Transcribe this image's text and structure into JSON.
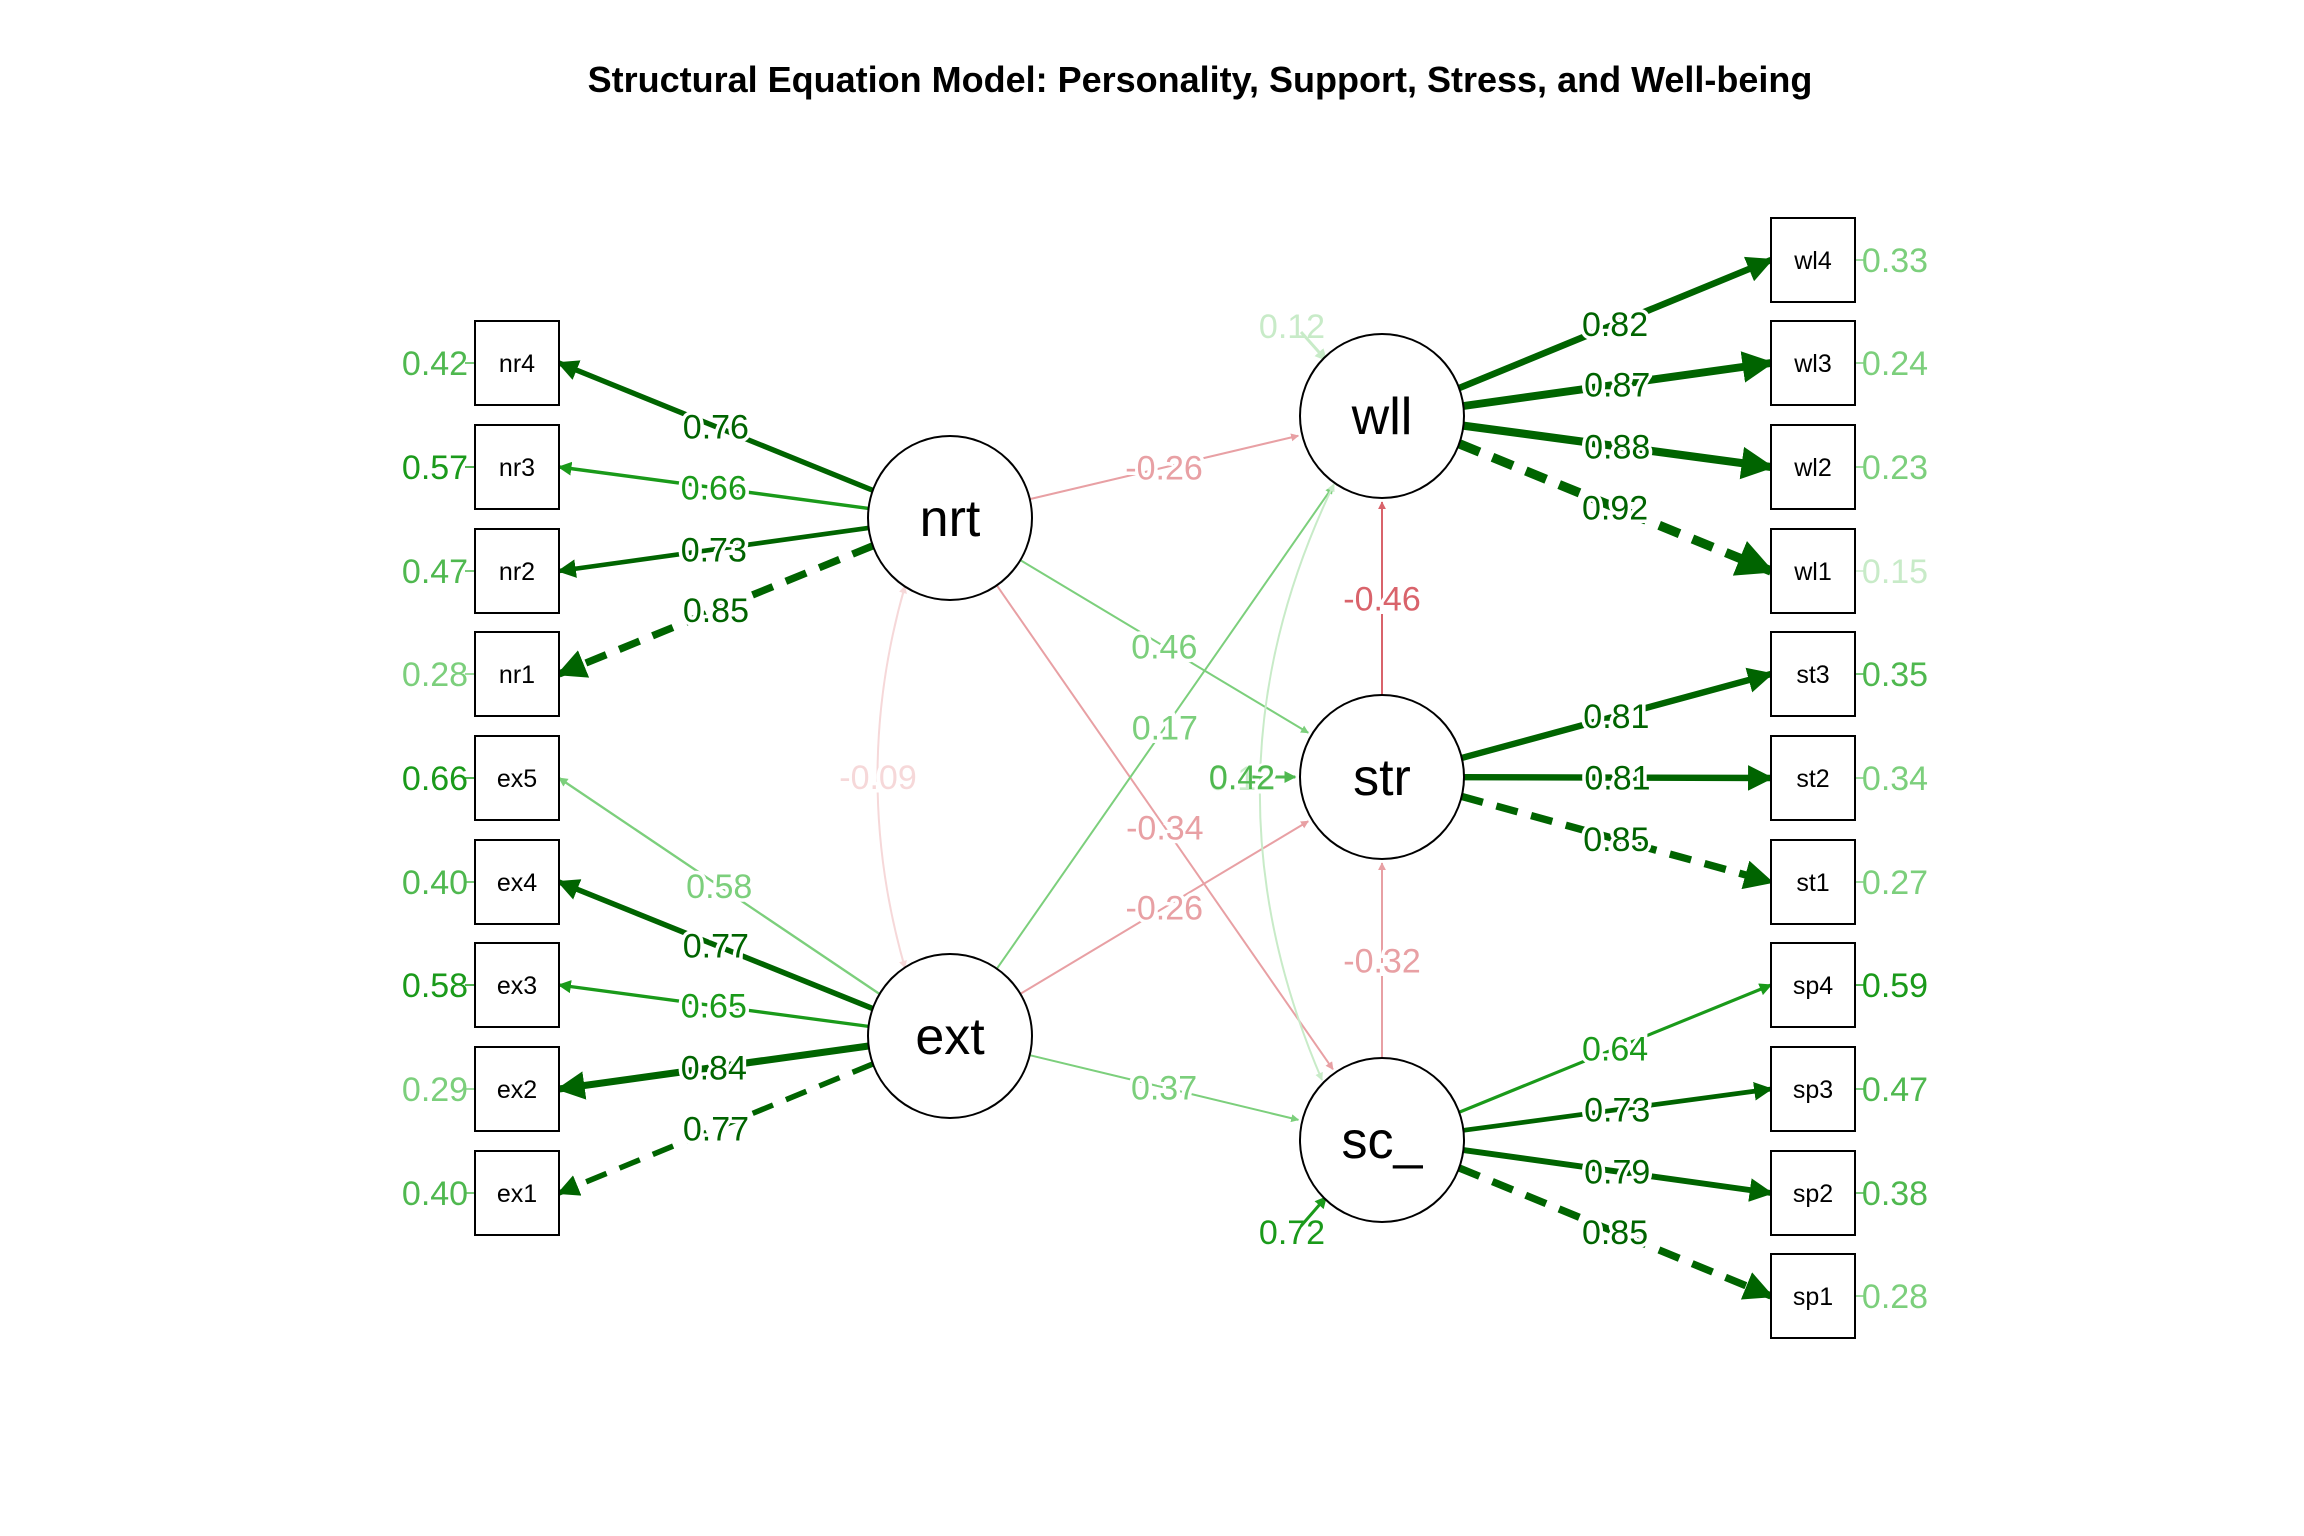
{
  "title": "Structural Equation Model: Personality, Support, Stress, and Well-being",
  "colors": {
    "positive_strong": "#006400",
    "positive_mid": "#1a9a1a",
    "positive_light": "#7ccf7c",
    "positive_faint": "#c8ebc8",
    "negative_mid": "#d9636b",
    "negative_light": "#e8a0a4",
    "negative_faint": "#f6d8d9",
    "node_stroke": "#000000",
    "node_fill": "#ffffff"
  },
  "latents": [
    {
      "id": "nrt",
      "label": "nrt"
    },
    {
      "id": "ext",
      "label": "ext"
    },
    {
      "id": "wll",
      "label": "wll"
    },
    {
      "id": "str",
      "label": "str"
    },
    {
      "id": "sc_",
      "label": "sc_"
    }
  ],
  "indicators": [
    {
      "id": "nr4",
      "label": "nr4",
      "factor": "nrt",
      "loading": "0.76",
      "residual": "0.42",
      "fixed": false
    },
    {
      "id": "nr3",
      "label": "nr3",
      "factor": "nrt",
      "loading": "0.66",
      "residual": "0.57",
      "fixed": false
    },
    {
      "id": "nr2",
      "label": "nr2",
      "factor": "nrt",
      "loading": "0.73",
      "residual": "0.47",
      "fixed": false
    },
    {
      "id": "nr1",
      "label": "nr1",
      "factor": "nrt",
      "loading": "0.85",
      "residual": "0.28",
      "fixed": true
    },
    {
      "id": "ex5",
      "label": "ex5",
      "factor": "ext",
      "loading": "0.58",
      "residual": "0.66",
      "fixed": false
    },
    {
      "id": "ex4",
      "label": "ex4",
      "factor": "ext",
      "loading": "0.77",
      "residual": "0.40",
      "fixed": false
    },
    {
      "id": "ex3",
      "label": "ex3",
      "factor": "ext",
      "loading": "0.65",
      "residual": "0.58",
      "fixed": false
    },
    {
      "id": "ex2",
      "label": "ex2",
      "factor": "ext",
      "loading": "0.84",
      "residual": "0.29",
      "fixed": false
    },
    {
      "id": "ex1",
      "label": "ex1",
      "factor": "ext",
      "loading": "0.77",
      "residual": "0.40",
      "fixed": true
    },
    {
      "id": "wl4",
      "label": "wl4",
      "factor": "wll",
      "loading": "0.82",
      "residual": "0.33",
      "fixed": false
    },
    {
      "id": "wl3",
      "label": "wl3",
      "factor": "wll",
      "loading": "0.87",
      "residual": "0.24",
      "fixed": false
    },
    {
      "id": "wl2",
      "label": "wl2",
      "factor": "wll",
      "loading": "0.88",
      "residual": "0.23",
      "fixed": false
    },
    {
      "id": "wl1",
      "label": "wl1",
      "factor": "wll",
      "loading": "0.92",
      "residual": "0.15",
      "fixed": true
    },
    {
      "id": "st3",
      "label": "st3",
      "factor": "str",
      "loading": "0.81",
      "residual": "0.35",
      "fixed": false
    },
    {
      "id": "st2",
      "label": "st2",
      "factor": "str",
      "loading": "0.81",
      "residual": "0.34",
      "fixed": false
    },
    {
      "id": "st1",
      "label": "st1",
      "factor": "str",
      "loading": "0.85",
      "residual": "0.27",
      "fixed": true
    },
    {
      "id": "sp4",
      "label": "sp4",
      "factor": "sc_",
      "loading": "0.64",
      "residual": "0.59",
      "fixed": false
    },
    {
      "id": "sp3",
      "label": "sp3",
      "factor": "sc_",
      "loading": "0.73",
      "residual": "0.47",
      "fixed": false
    },
    {
      "id": "sp2",
      "label": "sp2",
      "factor": "sc_",
      "loading": "0.79",
      "residual": "0.38",
      "fixed": false
    },
    {
      "id": "sp1",
      "label": "sp1",
      "factor": "sc_",
      "loading": "0.85",
      "residual": "0.28",
      "fixed": true
    }
  ],
  "paths": [
    {
      "from": "nrt",
      "to": "wll",
      "value": "-0.26"
    },
    {
      "from": "nrt",
      "to": "str",
      "value": "0.46"
    },
    {
      "from": "nrt",
      "to": "sc_",
      "value": "-0.34"
    },
    {
      "from": "ext",
      "to": "wll",
      "value": "0.17"
    },
    {
      "from": "ext",
      "to": "str",
      "value": "-0.26"
    },
    {
      "from": "ext",
      "to": "sc_",
      "value": "0.37"
    },
    {
      "from": "str",
      "to": "wll",
      "value": "-0.46"
    },
    {
      "from": "sc_",
      "to": "str",
      "value": "-0.32"
    }
  ],
  "covariances": [
    {
      "a": "nrt",
      "b": "ext",
      "value": "-0.09"
    },
    {
      "a": "sc_",
      "b": "wll",
      "value": "0.12"
    }
  ],
  "latent_residuals": [
    {
      "node": "wll",
      "value": "0.12"
    },
    {
      "node": "str",
      "value": "0.42"
    },
    {
      "node": "sc_",
      "value": "0.72"
    }
  ]
}
